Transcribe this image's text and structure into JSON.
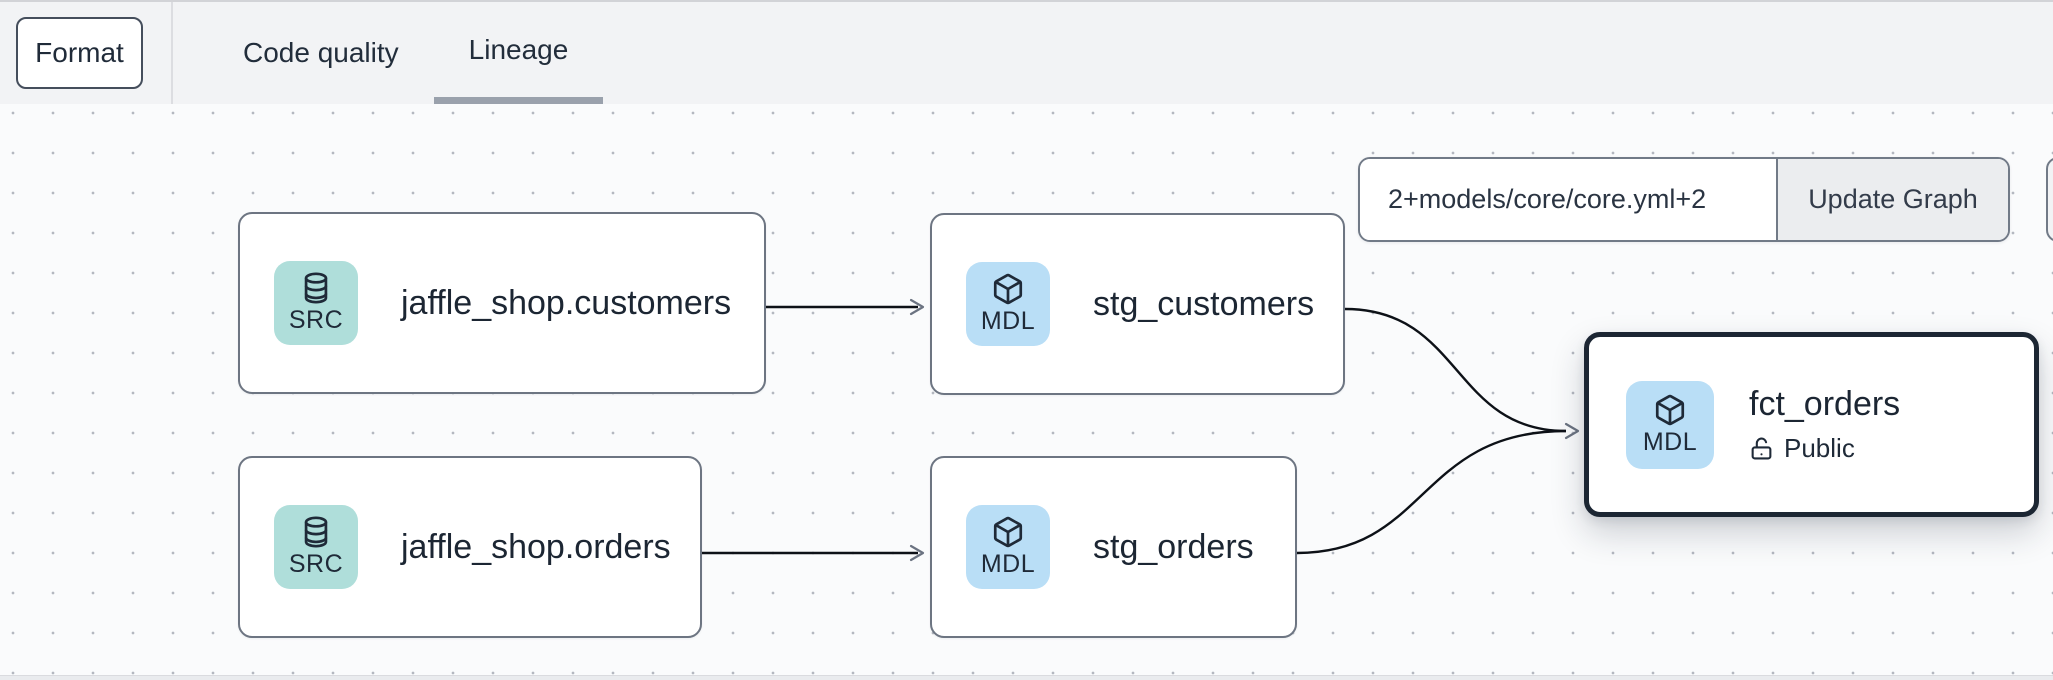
{
  "header": {
    "format_button_label": "Format",
    "tabs": [
      {
        "label": "Code quality",
        "active": false
      },
      {
        "label": "Lineage",
        "active": true
      }
    ]
  },
  "lineage_toolbar": {
    "selector_value": "2+models/core/core.yml+2",
    "update_button_label": "Update Graph"
  },
  "graph": {
    "nodes": [
      {
        "id": "source.jaffle_shop.customers",
        "type_badge": "SRC",
        "icon": "database-icon",
        "label": "jaffle_shop.customers",
        "selected": false
      },
      {
        "id": "model.stg_customers",
        "type_badge": "MDL",
        "icon": "cube-icon",
        "label": "stg_customers",
        "selected": false
      },
      {
        "id": "source.jaffle_shop.orders",
        "type_badge": "SRC",
        "icon": "database-icon",
        "label": "jaffle_shop.orders",
        "selected": false
      },
      {
        "id": "model.stg_orders",
        "type_badge": "MDL",
        "icon": "cube-icon",
        "label": "stg_orders",
        "selected": false
      },
      {
        "id": "model.fct_orders",
        "type_badge": "MDL",
        "icon": "cube-icon",
        "label": "fct_orders",
        "access": "Public",
        "selected": true
      }
    ],
    "edges": [
      {
        "from": "jaffle_shop.customers",
        "to": "stg_customers"
      },
      {
        "from": "jaffle_shop.orders",
        "to": "stg_orders"
      },
      {
        "from": "stg_customers",
        "to": "fct_orders"
      },
      {
        "from": "stg_orders",
        "to": "fct_orders"
      }
    ]
  },
  "colors": {
    "source_badge_bg": "#afdeda",
    "model_badge_bg": "#b9def6",
    "node_border": "#6d7582",
    "selected_node_border": "#1c2633",
    "edge_stroke": "#0d1117",
    "arrowhead_stroke": "#6b7381",
    "tab_underline": "#9aa1ac",
    "header_bg": "#f2f3f5",
    "canvas_bg": "#fafbfc",
    "text_dark": "#1c2633"
  }
}
